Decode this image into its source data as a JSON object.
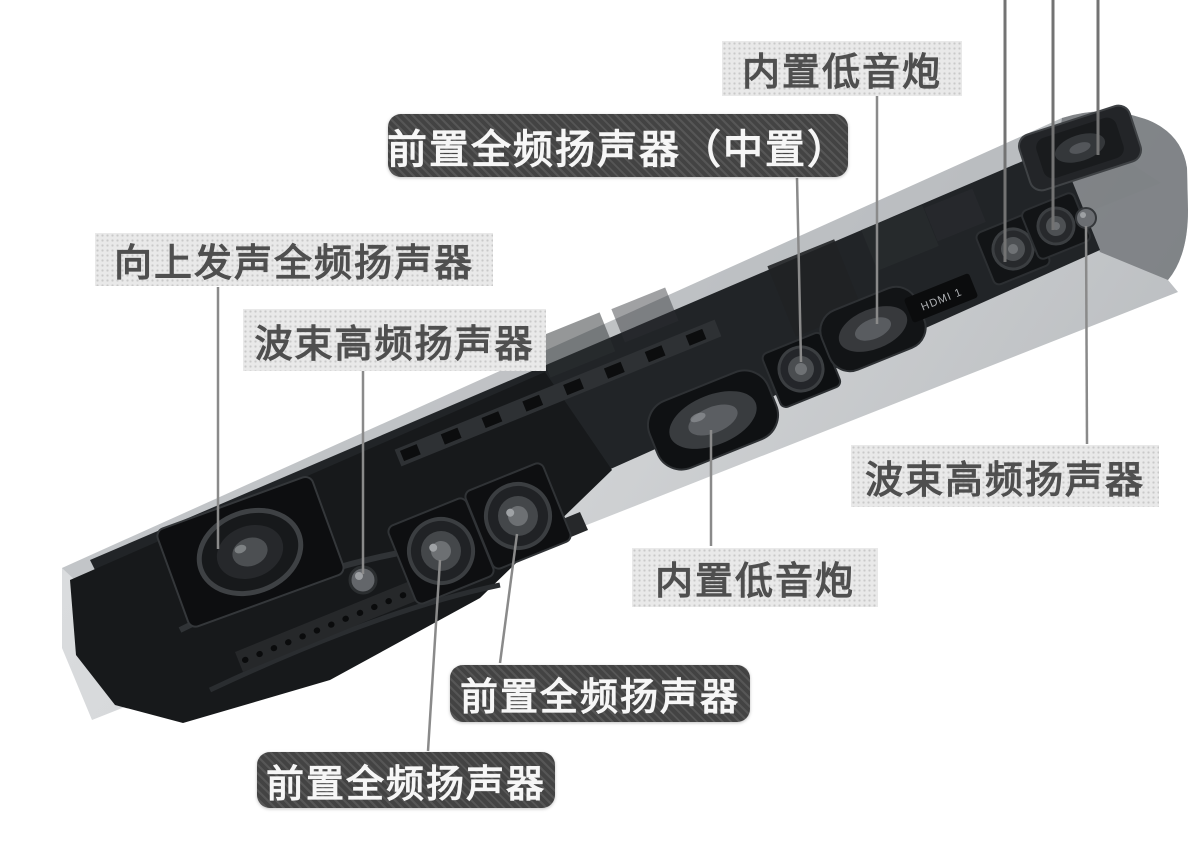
{
  "colors": {
    "background": "#ffffff",
    "label_light_bg": "#e9e9e9",
    "label_light_text": "#4f4f4f",
    "label_dark_bg": "#434343",
    "label_dark_text": "#f6f6f6",
    "leader_line": "#8a8a8a",
    "soundbar_shell": "#d5d7d9",
    "soundbar_chassis": "#1a1c1e"
  },
  "soundbar": {
    "hdmi_label": "HDMI 1"
  },
  "annotations": [
    {
      "id": "subwoofer-top",
      "text": "内置低音炮",
      "style": "light"
    },
    {
      "id": "front-center",
      "text": "前置全频扬声器（中置）",
      "style": "dark"
    },
    {
      "id": "upfiring",
      "text": "向上发声全频扬声器",
      "style": "light"
    },
    {
      "id": "beam-tweeter-left",
      "text": "波束高频扬声器",
      "style": "light"
    },
    {
      "id": "beam-tweeter-right",
      "text": "波束高频扬声器",
      "style": "light"
    },
    {
      "id": "subwoofer-bottom",
      "text": "内置低音炮",
      "style": "light"
    },
    {
      "id": "front-full-upper",
      "text": "前置全频扬声器",
      "style": "dark"
    },
    {
      "id": "front-full-lower",
      "text": "前置全频扬声器",
      "style": "dark"
    }
  ]
}
